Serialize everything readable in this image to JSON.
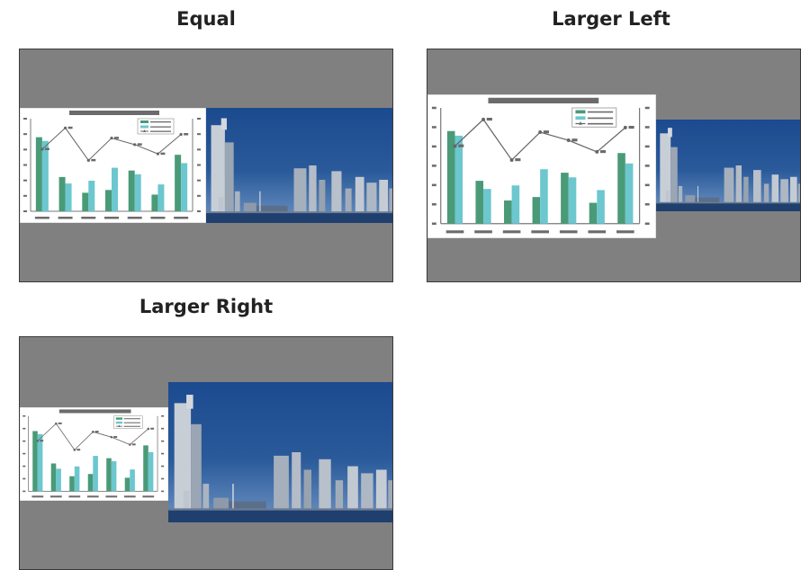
{
  "panels": [
    {
      "id": "equal",
      "title": "Equal"
    },
    {
      "id": "larger-left",
      "title": "Larger Left"
    },
    {
      "id": "larger-right",
      "title": "Larger Right"
    }
  ],
  "colors": {
    "screen_background": "#808080",
    "bar_series_1": "#4a9a78",
    "bar_series_2": "#6cc7cf",
    "line_series": "#666666",
    "photo_sky": "#2a5a9a"
  },
  "chart_data": {
    "type": "bar",
    "categories": [
      "",
      "",
      "",
      "",
      "",
      "",
      ""
    ],
    "series": [
      {
        "values": [
          80,
          37,
          20,
          23,
          44,
          18,
          61
        ]
      },
      {
        "values": [
          76,
          30,
          33,
          47,
          40,
          29,
          52
        ]
      },
      {
        "values": [
          67,
          90,
          55,
          79,
          72,
          62,
          83
        ]
      }
    ],
    "ylim": [
      0,
      100
    ]
  }
}
